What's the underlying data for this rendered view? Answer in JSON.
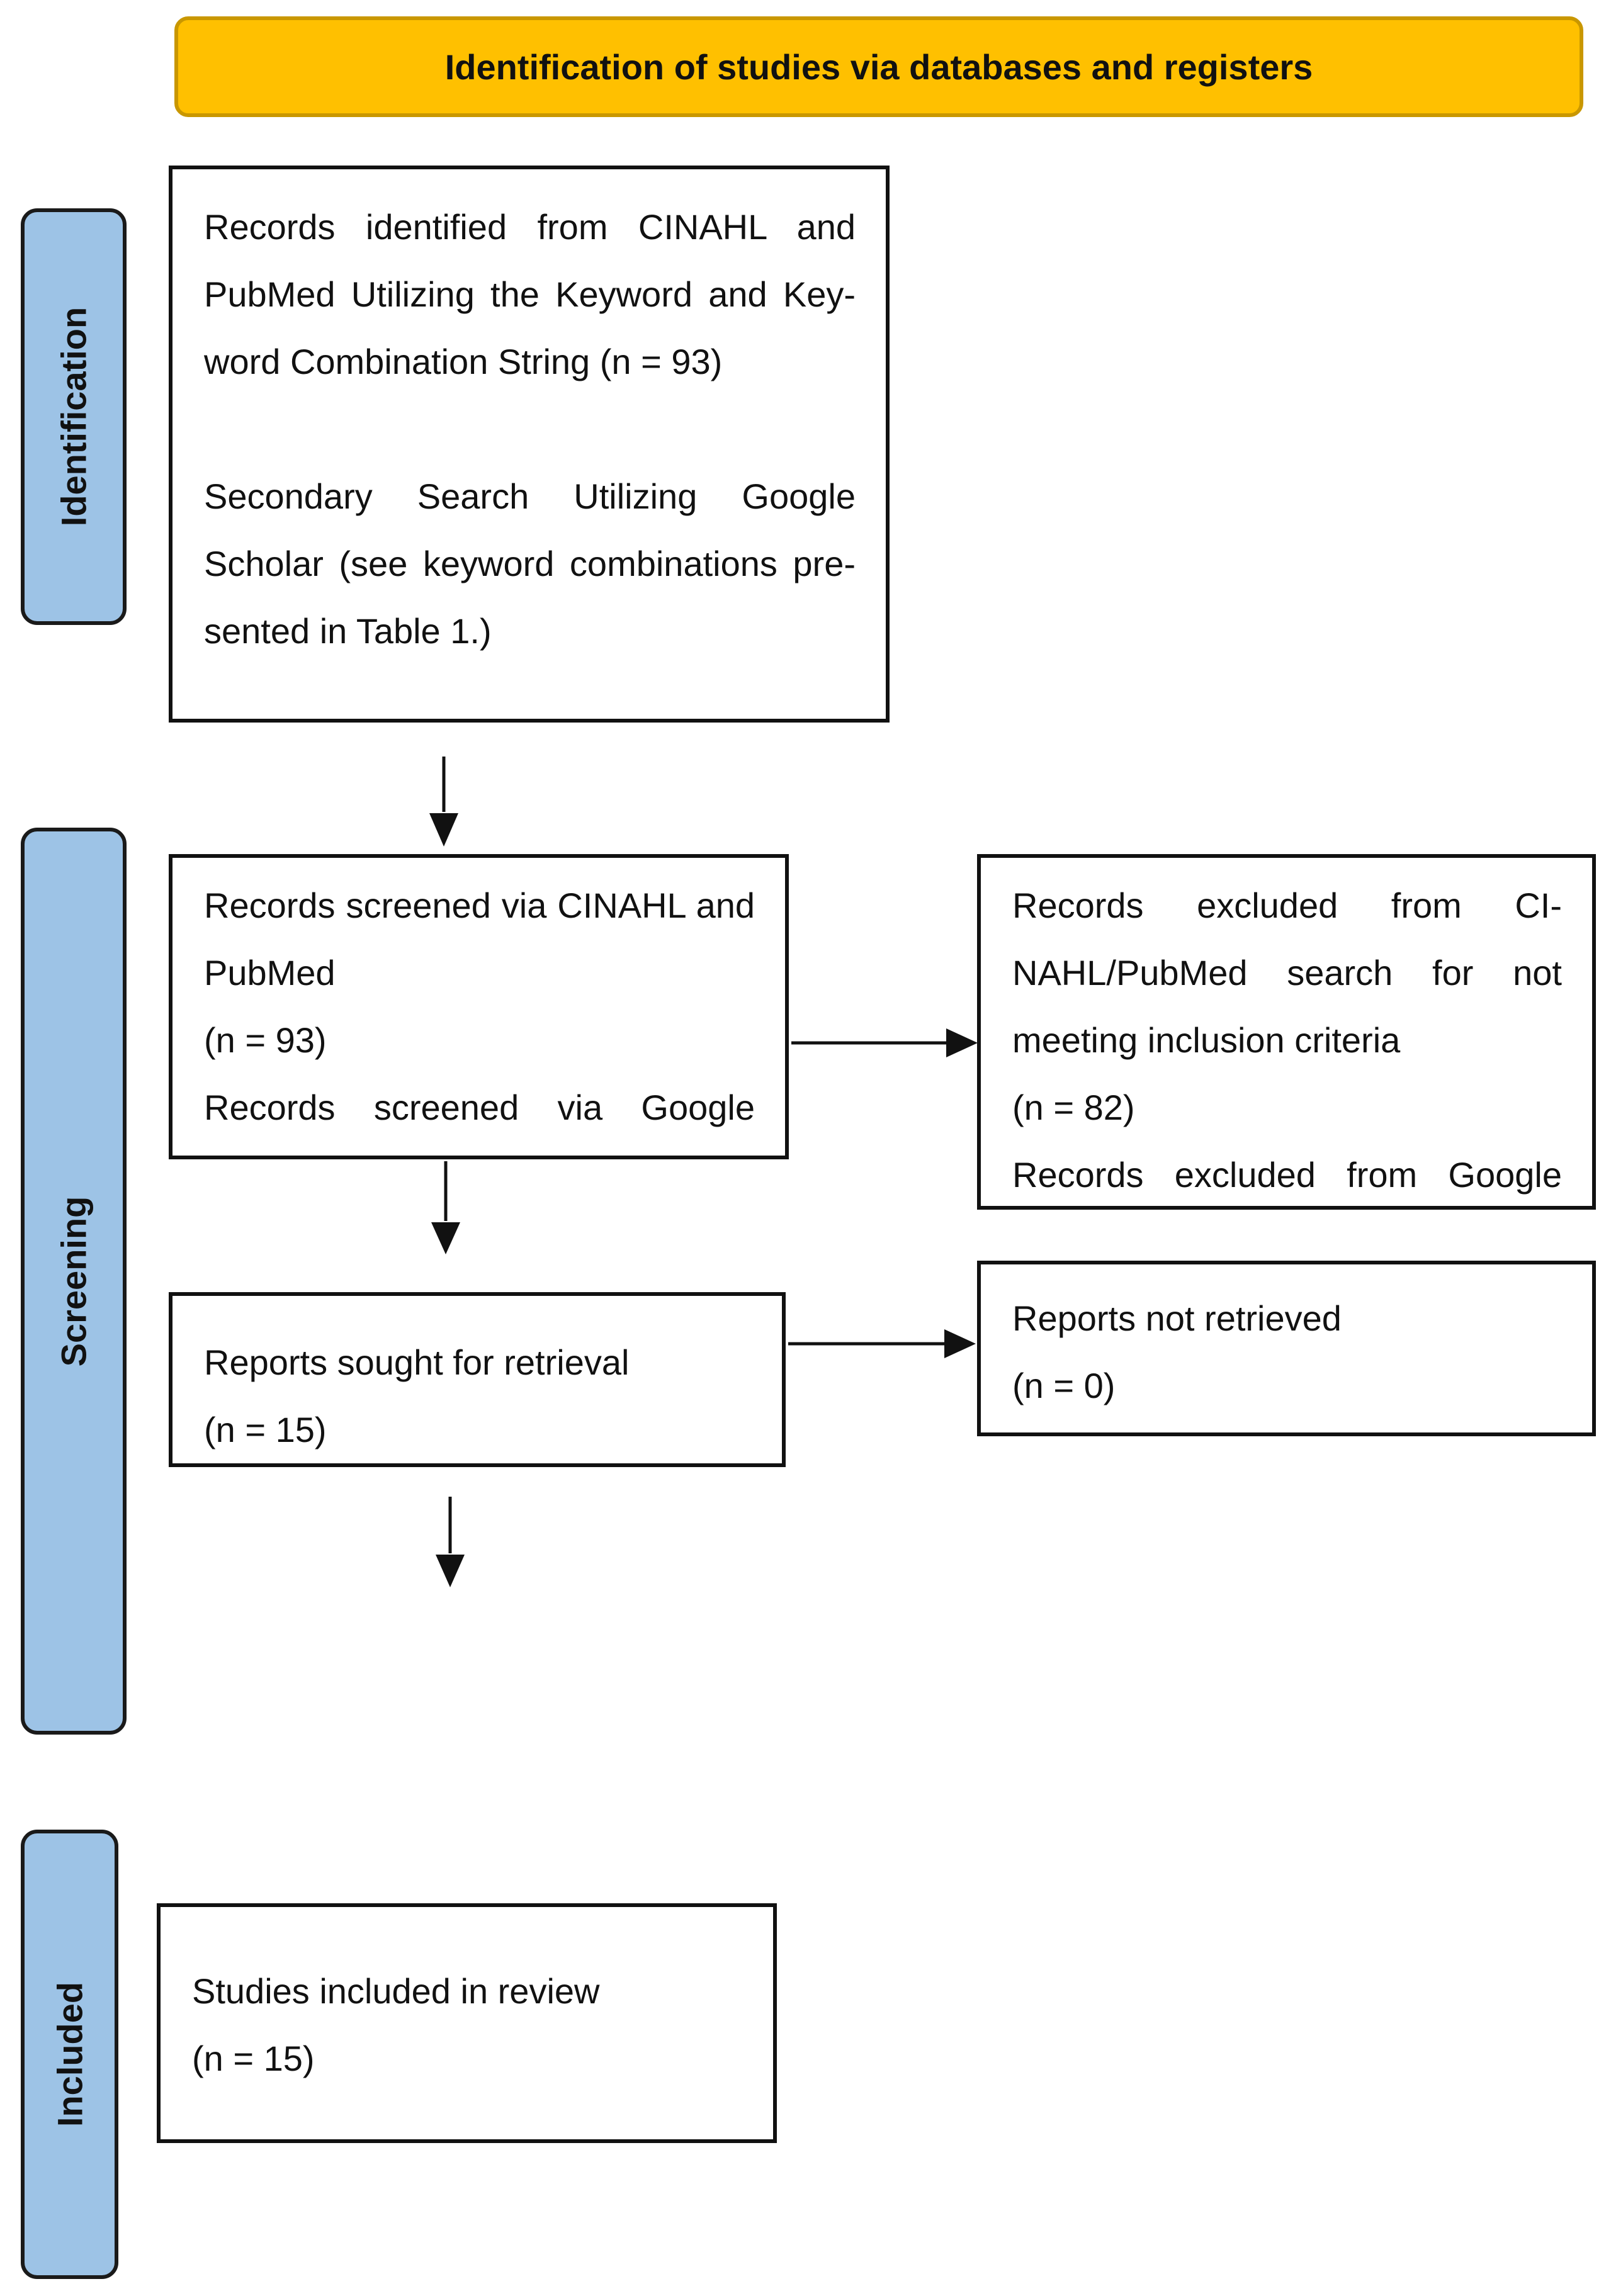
{
  "banner": {
    "title": "Identification of studies via databases and registers"
  },
  "phases": {
    "identification": "Identification",
    "screening": "Screening",
    "included": "Included"
  },
  "boxes": {
    "identified": {
      "line1": "Records identified from CINAHL and PubMed Utilizing the Keyword and Key-word Combination String (n = 93)",
      "line2": "Secondary Search Utilizing Google Scholar (see keyword combinations pre-sented in Table 1.)"
    },
    "screened": {
      "line1": "Records screened via CINAHL and PubMed",
      "line2": "(n = 93)",
      "line3": "Records screened via Google"
    },
    "excluded": {
      "line1": "Records excluded from CI-NAHL/PubMed search for not meeting inclusion criteria",
      "line2": "(n = 82)",
      "line3": "Records excluded from Google"
    },
    "sought": {
      "line1": "Reports sought for retrieval",
      "line2": "(n = 15)"
    },
    "not_retrieved": {
      "line1": "Reports not retrieved",
      "line2": "(n = 0)"
    },
    "included": {
      "line1": "Studies included in review",
      "line2": "(n = 15)"
    }
  },
  "colors": {
    "banner_fill": "#ffc000",
    "phase_fill": "#9dc3e6",
    "border": "#111111"
  }
}
